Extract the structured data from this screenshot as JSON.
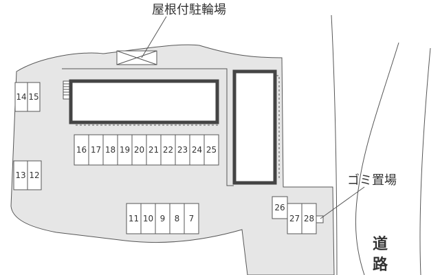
{
  "labels": {
    "roofed_bicycle_parking": "屋根付駐輪場",
    "garbage_area": "ゴミ置場",
    "road_line1": "道",
    "road_line2": "路"
  },
  "stalls": [
    {
      "id": "s14",
      "label": "14"
    },
    {
      "id": "s15",
      "label": "15"
    },
    {
      "id": "s13",
      "label": "13"
    },
    {
      "id": "s12",
      "label": "12"
    },
    {
      "id": "s16",
      "label": "16"
    },
    {
      "id": "s17",
      "label": "17"
    },
    {
      "id": "s18",
      "label": "18"
    },
    {
      "id": "s19",
      "label": "19"
    },
    {
      "id": "s20",
      "label": "20"
    },
    {
      "id": "s21",
      "label": "21"
    },
    {
      "id": "s22",
      "label": "22"
    },
    {
      "id": "s23",
      "label": "23"
    },
    {
      "id": "s24",
      "label": "24"
    },
    {
      "id": "s25",
      "label": "25"
    },
    {
      "id": "s11",
      "label": "11"
    },
    {
      "id": "s10",
      "label": "10"
    },
    {
      "id": "s9",
      "label": "9"
    },
    {
      "id": "s8",
      "label": "8"
    },
    {
      "id": "s7",
      "label": "7"
    },
    {
      "id": "s26",
      "label": "26"
    },
    {
      "id": "s27",
      "label": "27"
    },
    {
      "id": "s28",
      "label": "28"
    }
  ],
  "colors": {
    "ground": "#e6e6e6",
    "line": "#555555",
    "building": "#444444"
  }
}
